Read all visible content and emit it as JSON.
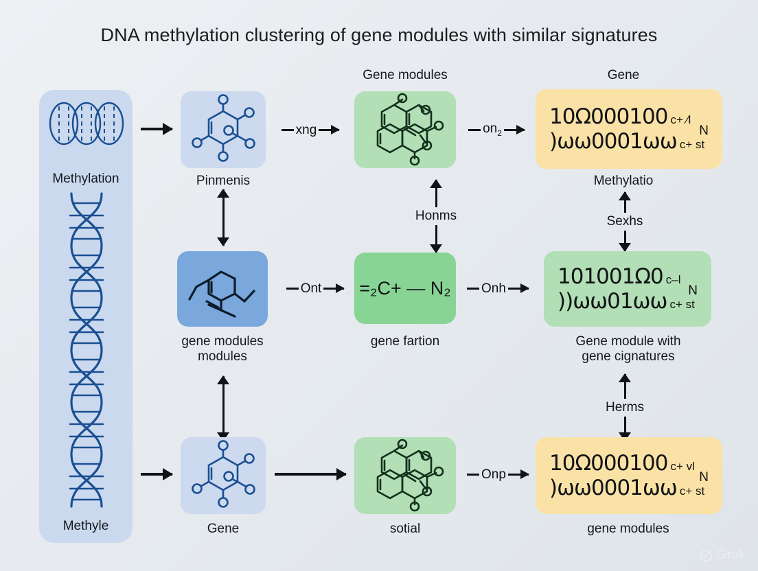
{
  "page": {
    "title": "DNA methylation clustering of gene modules with similar signatures",
    "background_start": "#eef1f4",
    "background_end": "#dfe4ea",
    "watermark": "Grok"
  },
  "dna_panel": {
    "name": "methylation-strip",
    "fill": "#cbd9ee",
    "stroke": "#1a4f93",
    "top_label": "Methylation",
    "bottom_label": "Methyle",
    "chromosome_count": 3
  },
  "nodes": {
    "pinmenis": {
      "label": "Pinmenis",
      "fill": "#ccd9ee",
      "stroke": "#1a4f93",
      "icon": "benzene-ring-molecule-icon"
    },
    "gene_modules_top": {
      "top_label": "Gene modules",
      "fill": "#b2dfb5",
      "stroke": "#14261a",
      "icon": "polycyclic-molecule-icon"
    },
    "gene_top": {
      "top_label": "Gene",
      "bottom_label": "Methylatio",
      "fill": "#fae2a6",
      "line1_main": "10Ω000100",
      "line1_sub": "c+ ⁄l",
      "line1_tail": "N",
      "line2_main": ")ωω0001ωω",
      "line2_sub": "c+ st"
    },
    "gene_modules_modules": {
      "label": "gene modules\nmodules",
      "fill": "#7aa7dc",
      "stroke": "#0f2236",
      "icon": "terpene-skeletal-molecule-icon"
    },
    "gene_fartion": {
      "label": "gene fartion",
      "fill": "#88d495",
      "formula": "=₂C+ — N₂"
    },
    "gene_module_signatures": {
      "bottom_label": "Gene module with\ngene cignatures",
      "fill": "#b2dfb5",
      "line1_main": "101001Ω0",
      "line1_sub": "c–l",
      "line1_tail": "N",
      "line2_main": "))ωω01ωω",
      "line2_sub": "c+ st"
    },
    "gene_bottom": {
      "label": "Gene",
      "fill": "#ccd9ee",
      "stroke": "#1a4f93",
      "icon": "benzene-ring-molecule-icon"
    },
    "sotial": {
      "label": "sotial",
      "fill": "#b2dfb5",
      "stroke": "#14261a",
      "icon": "polycyclic-molecule-icon"
    },
    "gene_modules_bottom": {
      "label": "gene modules",
      "fill": "#fae2a6",
      "line1_main": "10Ω000100",
      "line1_sub": "c+ vl",
      "line1_tail": "N",
      "line2_main": ")ωω0001ωω",
      "line2_sub": "c+ st"
    }
  },
  "connectors": {
    "strip_to_pinmenis": "",
    "pinmenis_to_modules_top": "xng",
    "modules_top_to_gene": "on",
    "modules_top_to_gene_sub": "2",
    "mid_blue_to_fartion": "Ont",
    "fartion_to_signatures": "Onh",
    "strip_to_gene_bottom": "",
    "gene_bottom_to_sotial": "",
    "sotial_to_modules_bottom": "Onp",
    "vertical_pinmenis_modules": "",
    "vertical_modules_top_fartion": "Honms",
    "vertical_gene_signatures": "Sexhs",
    "vertical_modules_gene_bottom": "",
    "vertical_signatures_modules_bottom": "Herms"
  }
}
